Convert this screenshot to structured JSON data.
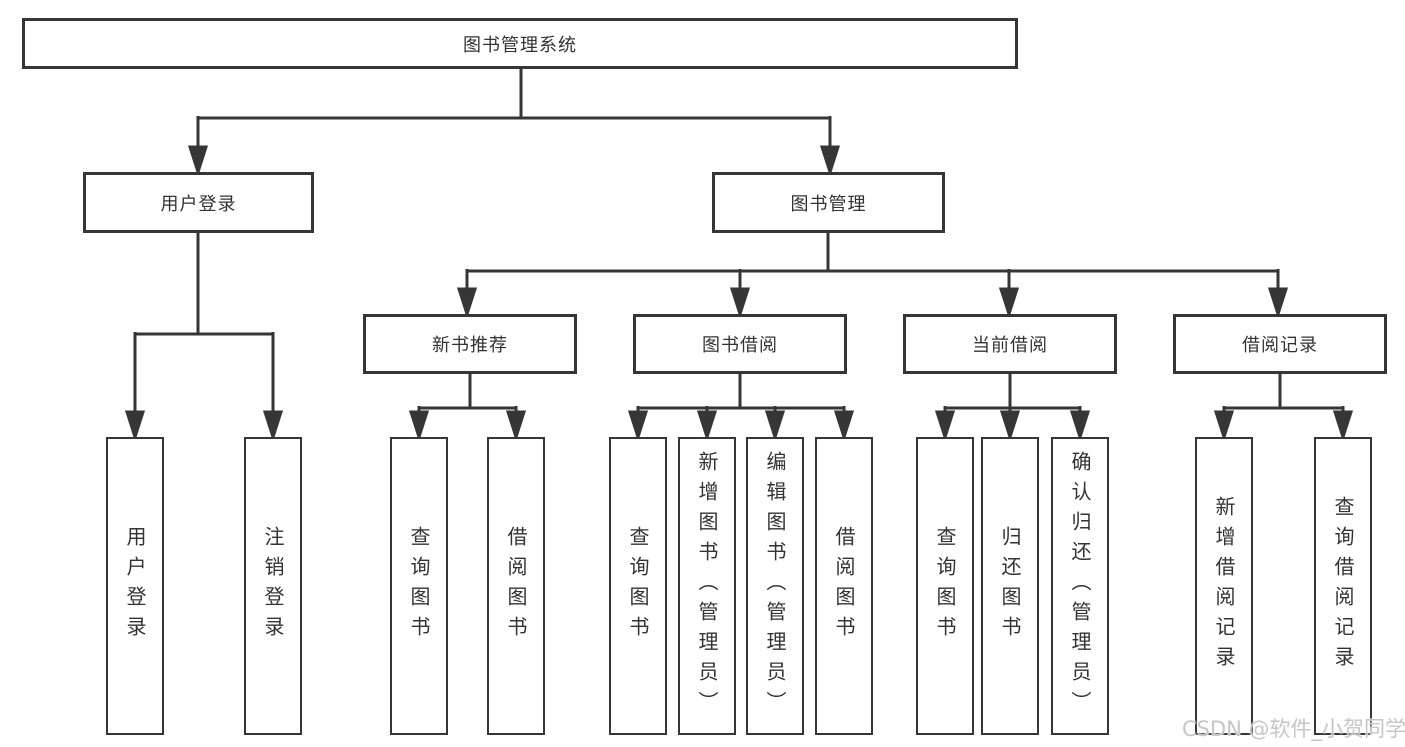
{
  "tree": {
    "label": "图书管理系统",
    "children": [
      {
        "label": "用户登录",
        "children": [
          {
            "label": "用户登录"
          },
          {
            "label": "注销登录"
          }
        ]
      },
      {
        "label": "图书管理",
        "children": [
          {
            "label": "新书推荐",
            "children": [
              {
                "label": "查询图书"
              },
              {
                "label": "借阅图书"
              }
            ]
          },
          {
            "label": "图书借阅",
            "children": [
              {
                "label": "查询图书"
              },
              {
                "label": "新增图书（管理员）"
              },
              {
                "label": "编辑图书（管理员）"
              },
              {
                "label": "借阅图书"
              }
            ]
          },
          {
            "label": "当前借阅",
            "children": [
              {
                "label": "查询图书"
              },
              {
                "label": "归还图书"
              },
              {
                "label": "确认归还（管理员）"
              }
            ]
          },
          {
            "label": "借阅记录",
            "children": [
              {
                "label": "新增借阅记录"
              },
              {
                "label": "查询借阅记录"
              }
            ]
          }
        ]
      }
    ]
  },
  "watermark": "CSDN @软件_小贺同学",
  "colors": {
    "line": "#363636",
    "box_border": "#363636",
    "text": "#333333",
    "background": "#ffffff",
    "watermark": "#c6c6c6"
  }
}
